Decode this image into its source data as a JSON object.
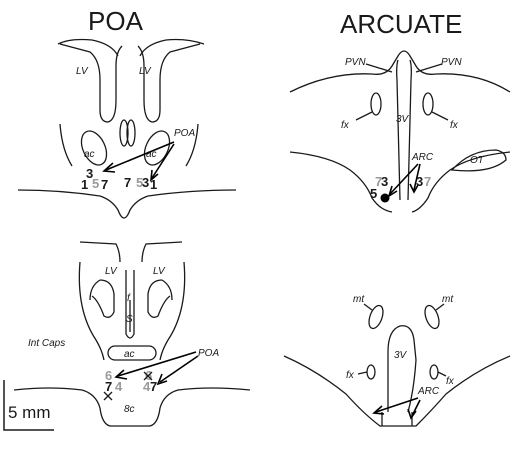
{
  "titles": {
    "poa": "POA",
    "arcuate": "ARCUATE"
  },
  "scale_bar": {
    "label": "5 mm"
  },
  "top_left": {
    "lv_left": "LV",
    "lv_right": "LV",
    "ac_left": "ac",
    "ac_right": "ac",
    "poa": "POA",
    "left_group": {
      "n3": "3",
      "n5": "5",
      "n1": "1",
      "n7": "7"
    },
    "right_group": {
      "n7": "7",
      "n5": "5",
      "n3": "3",
      "n1": "1"
    }
  },
  "top_right": {
    "pvn_left": "PVN",
    "pvn_right": "PVN",
    "fx_left": "fx",
    "fx_right": "fx",
    "v3": "3V",
    "arc": "ARC",
    "ot": "OT",
    "left_group": {
      "n7": "7",
      "n3": "3",
      "n5": "5"
    },
    "right_group": {
      "n3": "3",
      "n7": "7"
    }
  },
  "bottom_left": {
    "lv_left": "LV",
    "lv_right": "LV",
    "s": "S",
    "f": "f",
    "ac": "ac",
    "int_caps": "Int Caps",
    "poa": "POA",
    "oc": "8c",
    "left_group": {
      "n6": "6",
      "n7": "7",
      "n4": "4"
    },
    "right_group": {
      "n6": "6",
      "n4": "4",
      "n7": "7"
    }
  },
  "bottom_right": {
    "mt_left": "mt",
    "mt_right": "mt",
    "fx_left": "fx",
    "fx_right": "fx",
    "v3": "3V",
    "arc": "ARC"
  }
}
